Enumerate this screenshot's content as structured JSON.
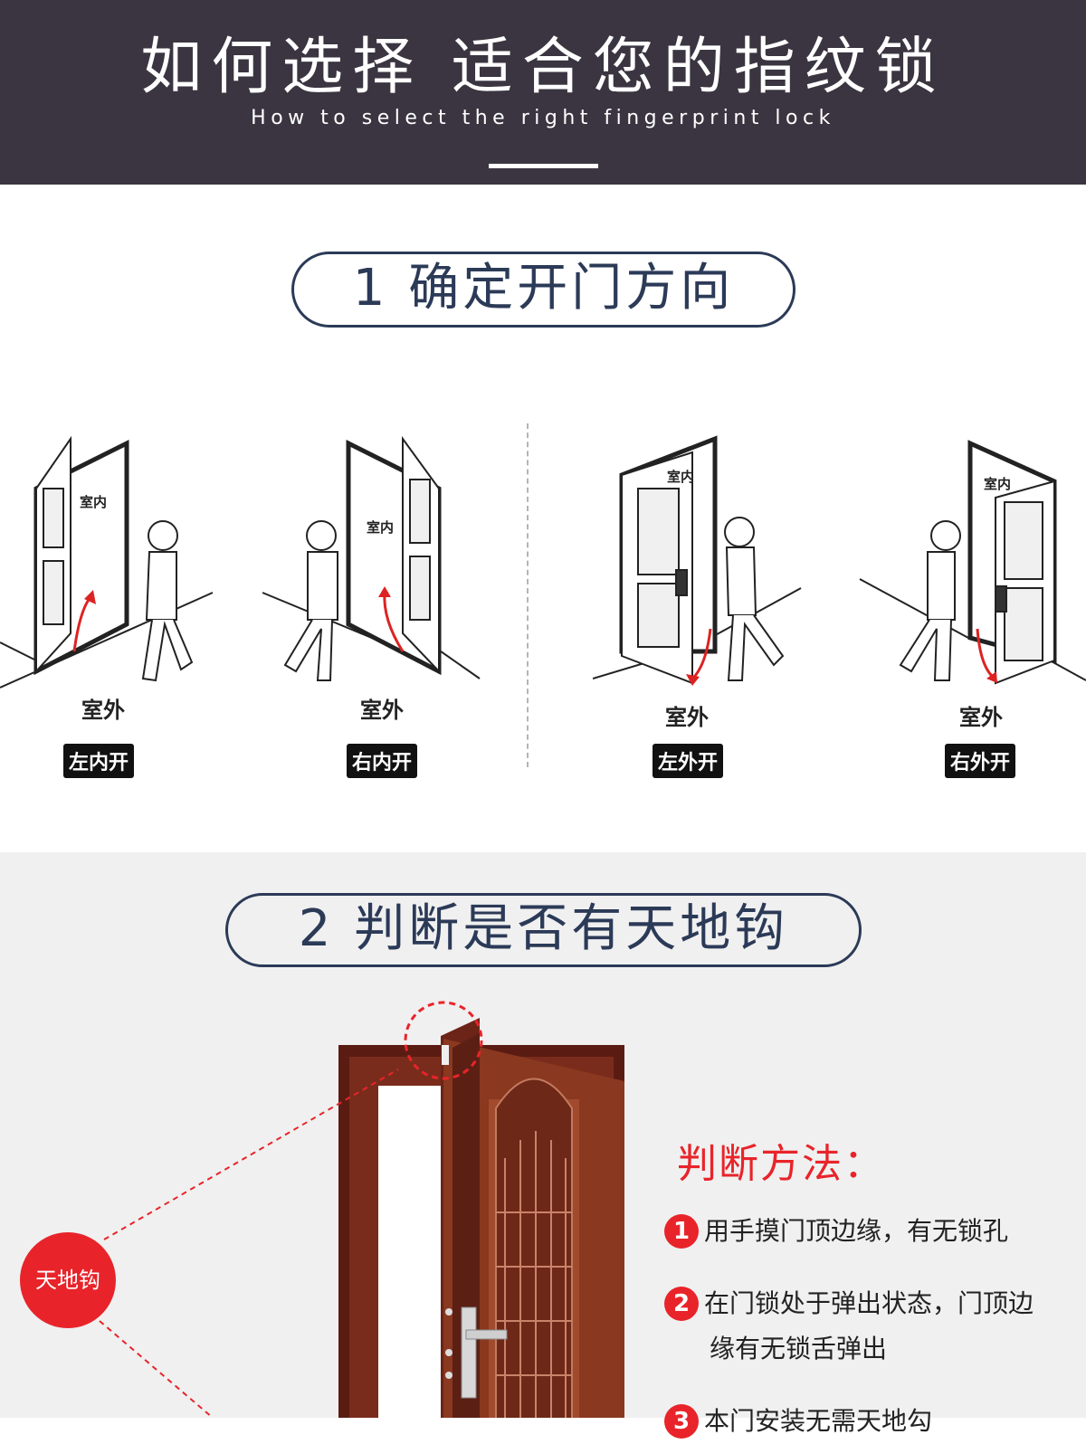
{
  "header": {
    "title": "如何选择 适合您的指纹锁",
    "subtitle": "How to select the right fingerprint lock"
  },
  "section1": {
    "title": "1 确定开门方向",
    "scenes": [
      {
        "indoor": "室内",
        "outdoor": "室外",
        "type": "左内开"
      },
      {
        "indoor": "室内",
        "outdoor": "室外",
        "type": "右内开"
      },
      {
        "indoor": "室内",
        "outdoor": "室外",
        "type": "左外开"
      },
      {
        "indoor": "室内",
        "outdoor": "室外",
        "type": "右外开"
      }
    ]
  },
  "section2": {
    "title": "2 判断是否有天地钩",
    "hook_label": "天地钩",
    "method_title": "判断方法：",
    "steps": [
      {
        "num": "1",
        "text": "用手摸门顶边缘，有无锁孔"
      },
      {
        "num": "2",
        "text": "在门锁处于弹出状态，门顶边",
        "text2": "缘有无锁舌弹出"
      },
      {
        "num": "3",
        "text": "本门安装无需天地勾"
      }
    ]
  },
  "colors": {
    "header_bg": "#3a3540",
    "accent_red": "#e8242a",
    "navy": "#2b3a57"
  }
}
